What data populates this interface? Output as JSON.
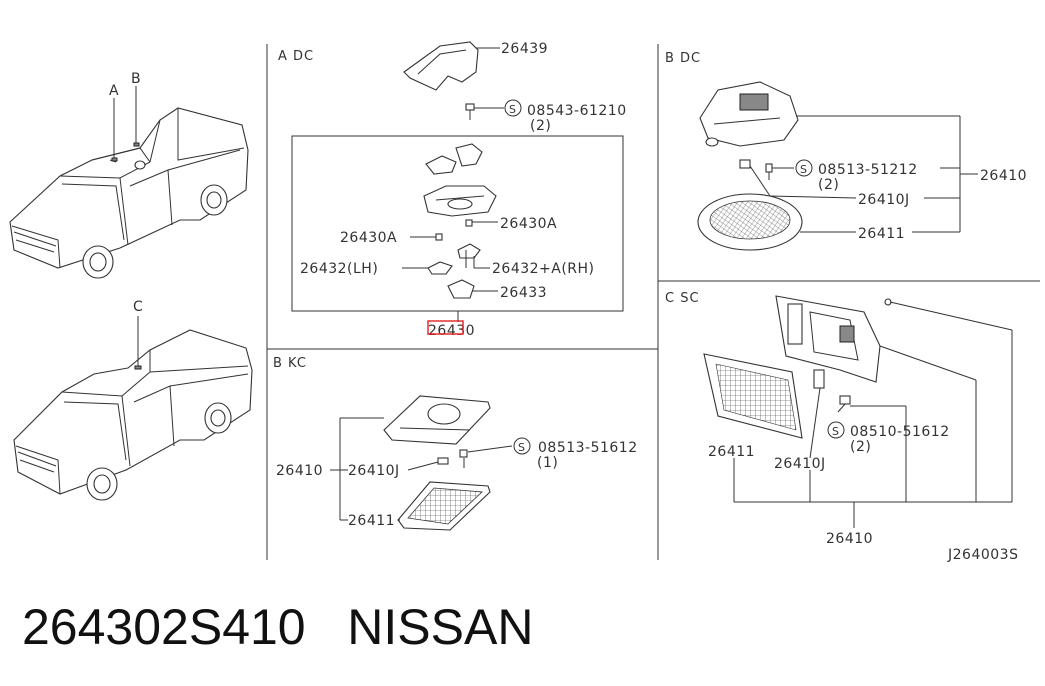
{
  "sections": {
    "a": {
      "label": "A  DC"
    },
    "b_kc": {
      "label": "B  KC"
    },
    "b_dc": {
      "label": "B  DC"
    },
    "c_sc": {
      "label": "C  SC"
    }
  },
  "vehicle_markers": {
    "a": "A",
    "b": "B",
    "c": "C"
  },
  "section_a": {
    "p26439": "26439",
    "bolt": "08543-61210",
    "bolt_qty": "(2)",
    "p26430a_right": "26430A",
    "p26430a_left": "26430A",
    "p26432_lh": "26432(LH)",
    "p26432a_rh": "26432+A(RH)",
    "p26433": "26433",
    "p26430": "26430",
    "screw_symbol": "S"
  },
  "section_b_kc": {
    "bolt": "08513-51612",
    "bolt_qty": "(1)",
    "p26410": "26410",
    "p26410j": "26410J",
    "p26411": "26411",
    "screw_symbol": "S"
  },
  "section_b_dc": {
    "bolt": "08513-51212",
    "bolt_qty": "(2)",
    "p26410": "26410",
    "p26410j": "26410J",
    "p26411": "26411",
    "screw_symbol": "S"
  },
  "section_c_sc": {
    "bolt": "08510-51612",
    "bolt_qty": "(2)",
    "p26411": "26411",
    "p26410j": "26410J",
    "p26410": "26410",
    "screw_symbol": "S"
  },
  "diagram_code": "J264003S",
  "caption": "264302S410   NISSAN",
  "highlight_color": "#e02020"
}
